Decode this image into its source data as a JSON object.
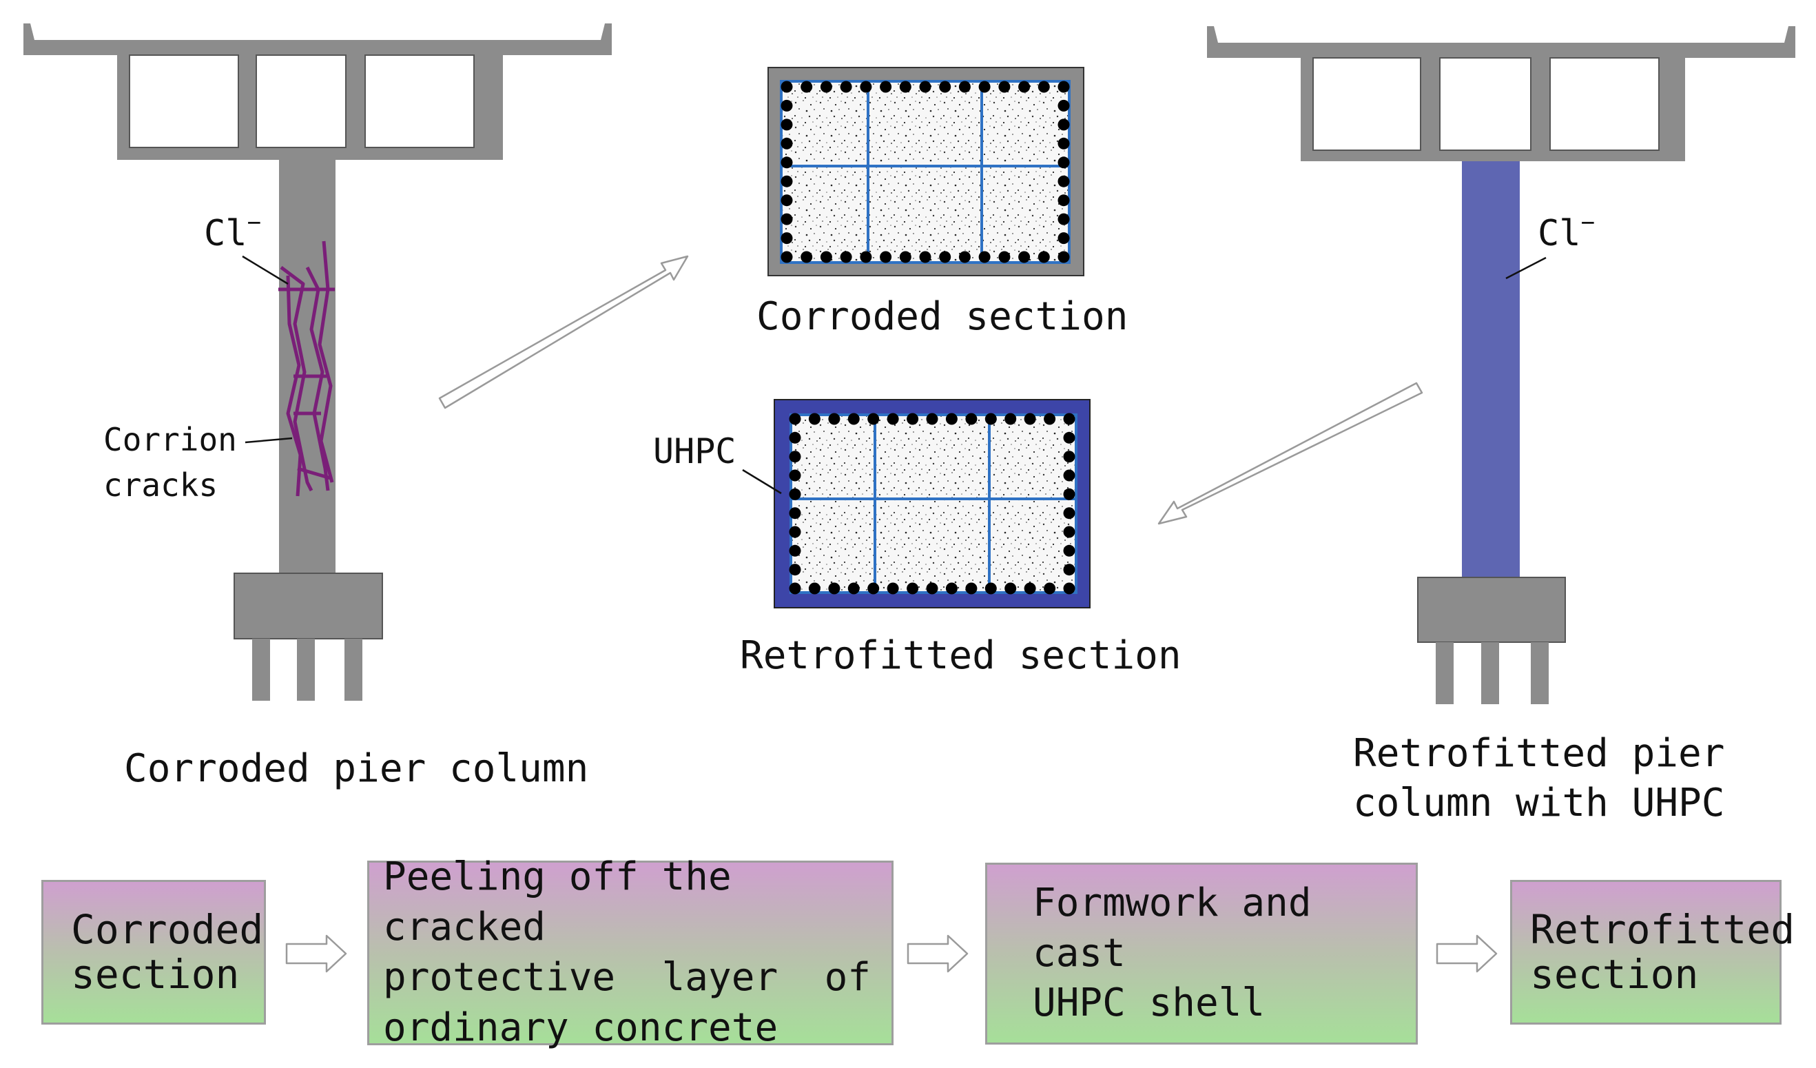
{
  "labels": {
    "cl_left": "Cl",
    "cl_left_sup": "−",
    "corrosion_cracks_line1": "Corrion",
    "corrosion_cracks_line2": "cracks",
    "corroded_pier_column": "Corroded pier column",
    "corroded_section": "Corroded section",
    "uhpc": "UHPC",
    "retrofitted_section": "Retrofitted section",
    "cl_right": "Cl",
    "cl_right_sup": "−",
    "retrofitted_pier_line1": "Retrofitted pier",
    "retrofitted_pier_line2": "column with UHPC"
  },
  "process_steps": [
    "Corroded\nsection",
    "Peeling off the cracked\nprotective  layer  of\nordinary concrete",
    "Formwork and cast\nUHPC shell",
    "Retrofitted\nsection"
  ],
  "colors": {
    "concrete_gray": "#8c8c8c",
    "crack_purple": "#7a1f78",
    "rebar_blue": "#2f72c4",
    "uhpc_blue": "#5e66b2",
    "uhpc_section_blue": "#3d45a8",
    "step_top": "#cfa0cf",
    "step_bottom": "#a6df99"
  }
}
